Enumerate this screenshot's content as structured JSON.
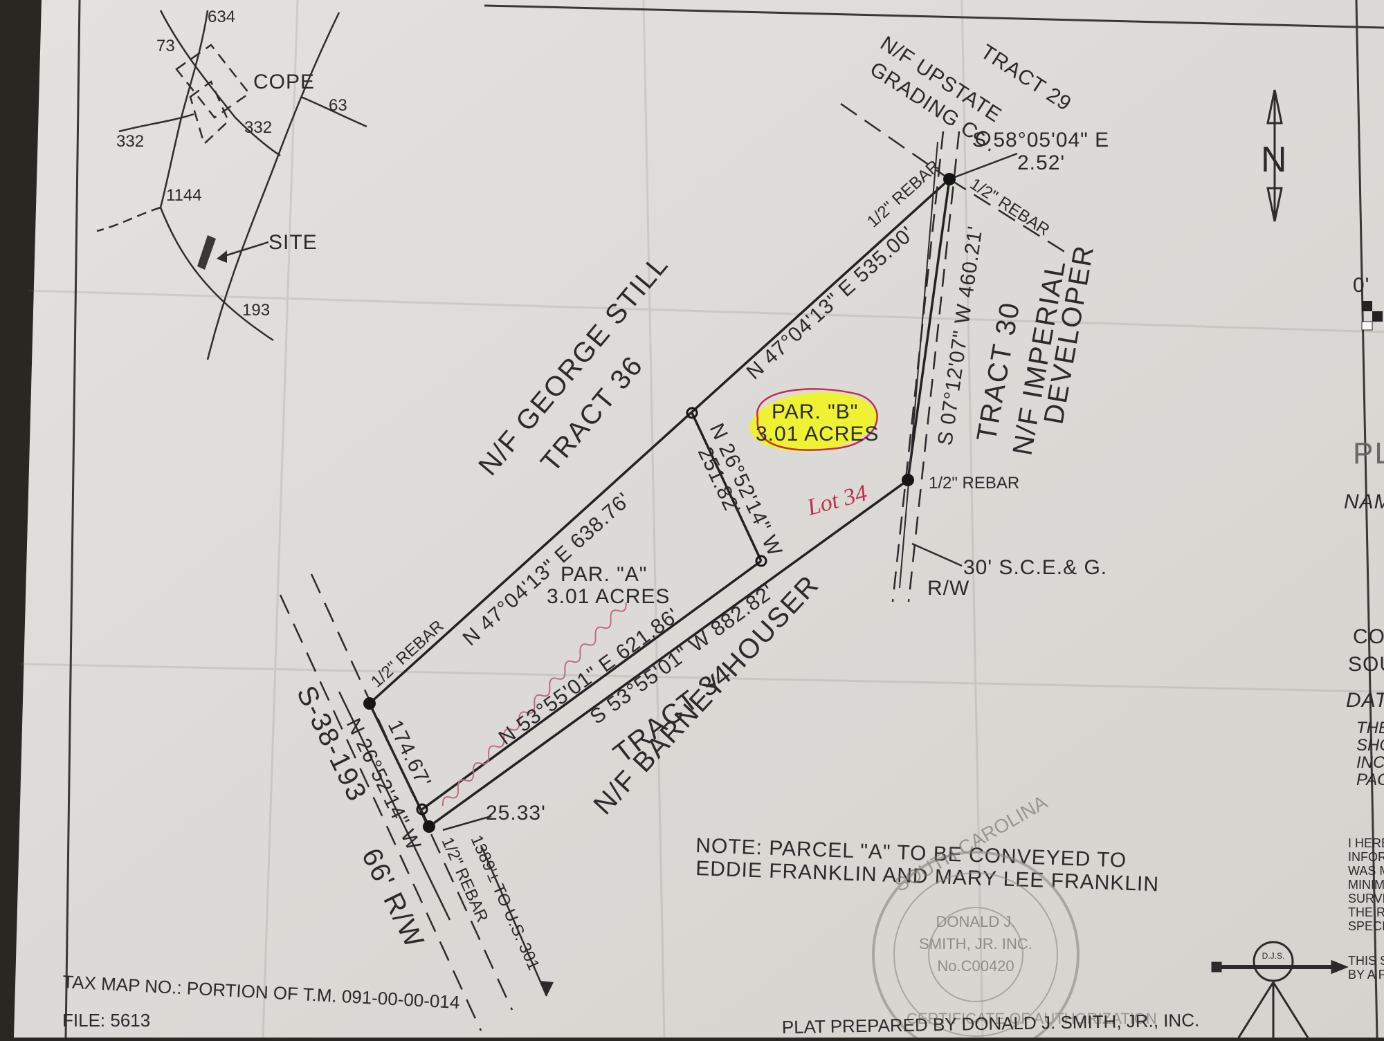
{
  "vicinity_map": {
    "roads": [
      "634",
      "73",
      "332",
      "332",
      "63",
      "1144",
      "193"
    ],
    "cope_label": "COPE",
    "site_label": "SITE"
  },
  "adjoiners": {
    "tract29_name": "TRACT 29",
    "tract29_owner_1": "N/F UPSTATE",
    "tract29_owner_2": "GRADING CO.",
    "tract36_owner": "N/F GEORGE STILL",
    "tract36_name": "TRACT 36",
    "tract30_name": "TRACT 30",
    "tract30_owner_1": "N/F IMPERIAL",
    "tract30_owner_2": "DEVELOPER",
    "tract34_name": "TRACT 34",
    "tract34_owner": "N/F BARNEY HOUSER"
  },
  "parcels": {
    "a_name": "PAR. \"A\"",
    "a_acres": "3.01 ACRES",
    "b_name": "PAR. \"B\"",
    "b_acres": "3.01 ACRES",
    "handwritten_lot": "Lot 34",
    "highlight_color": "#eef233",
    "ink_color": "#c0304a"
  },
  "bearings": {
    "ne_short": "S 58°05'04\" E",
    "ne_short_dist": "2.52'",
    "north_line_b": "N 47°04'13\" E   535.00'",
    "north_line_a": "N 47°04'13\" E   638.76'",
    "divider_bearing": "N 26°52'14\" W",
    "divider_dist": "251.82'",
    "east_line": "S 07°12'07\" W   460.21'",
    "south_line_a": "N 53°55'01\" E   621.86'",
    "south_line_total": "S 53°55'01\" W   882.82'",
    "west_line_bearing": "N 26°52'14\" W",
    "west_line_dist": "174.67'",
    "sw_short": "25.33'",
    "to_301": "1389'± TO U.S. 301"
  },
  "monuments": {
    "rebar_ne_top": "1/2\" REBAR",
    "rebar_ne_right": "1/2\" REBAR",
    "rebar_east": "1/2\" REBAR",
    "rebar_west": "1/2\" REBAR",
    "rebar_sw": "1/2\" REBAR"
  },
  "easement": {
    "line_1": "30' S.C.E.& G.",
    "line_2": "R/W"
  },
  "road": {
    "name": "S-38-193",
    "row": "66' R/W"
  },
  "note": {
    "line_1": "NOTE: PARCEL \"A\" TO BE CONVEYED TO",
    "line_2": "EDDIE FRANKLIN AND MARY LEE FRANKLIN"
  },
  "seal": {
    "name_1": "DONALD J.",
    "name_2": "SMITH, JR. INC.",
    "number": "No.C00420",
    "ring_top": "SOUTH CAROLINA",
    "ring_bottom": "CERTIFICATE OF AUTHORIZATION"
  },
  "footer": {
    "tax_map": "TAX MAP NO.: PORTION OF T.M. 091-00-00-014",
    "file": "FILE: 5613",
    "prepared_by": "PLAT PREPARED BY DONALD J. SMITH, JR., INC."
  },
  "right_edge": {
    "scale_zero": "0'",
    "pl": "PL",
    "nam": "NAM",
    "cou": "COU",
    "sou": "SOU",
    "date": "DATE",
    "cert_lines": [
      "THE",
      "SHO",
      "INC.",
      "PAG"
    ],
    "hereby_lines": [
      "I HERE",
      "INFORM",
      "WAS M",
      "MINIMU",
      "SURVEY",
      "THE RE",
      "SPECIF"
    ],
    "this_lines": [
      "THIS S",
      "BY A P"
    ],
    "logo_letters": "D.J.S."
  },
  "north_arrow_letter": "N"
}
